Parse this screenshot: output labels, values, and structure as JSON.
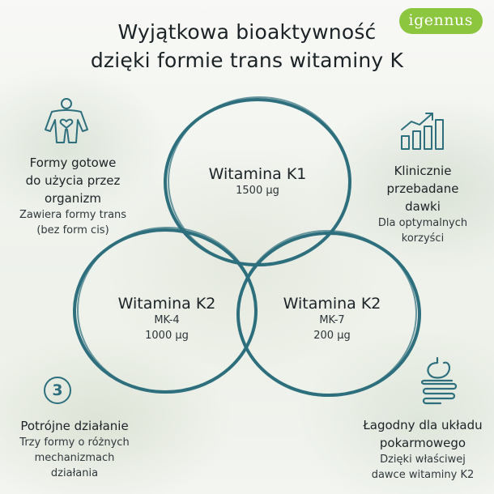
{
  "header": {
    "title_line1": "Wyjątkowa bioaktywność",
    "title_line2": "dzięki formie trans witaminy K"
  },
  "logo": {
    "text": "igennus"
  },
  "colors": {
    "accent": "#2e6f7e",
    "brand": "#8cc63f"
  },
  "circles": {
    "k1": {
      "name": "Witamina K1",
      "dose": "1500 µg"
    },
    "k2_mk4": {
      "name": "Witamina K2",
      "form": "MK-4",
      "dose": "1000 µg"
    },
    "k2_mk7": {
      "name": "Witamina K2",
      "form": "MK-7",
      "dose": "200 µg"
    }
  },
  "features": {
    "ready_forms": {
      "icon": "human-body-heart-icon",
      "head": [
        "Formy gotowe",
        "do użycia przez",
        "organizm"
      ],
      "desc": [
        "Zawiera formy trans",
        "(bez form cis)"
      ]
    },
    "clinical_doses": {
      "icon": "bar-chart-growth-icon",
      "head": [
        "Klinicznie",
        "przebadane",
        "dawki"
      ],
      "desc": [
        "Dla optymalnych",
        "korzyści"
      ]
    },
    "triple_action": {
      "icon": "number-3-icon",
      "icon_text": "3",
      "head": [
        "Potrójne działanie"
      ],
      "desc": [
        "Trzy formy o różnych",
        "mechanizmach",
        "działania"
      ]
    },
    "gentle_digestive": {
      "icon": "digestive-system-icon",
      "head": [
        "Łagodny dla układu",
        "pokarmowego"
      ],
      "desc": [
        "Dzięki właściwej",
        "dawce witaminy K2"
      ]
    }
  }
}
